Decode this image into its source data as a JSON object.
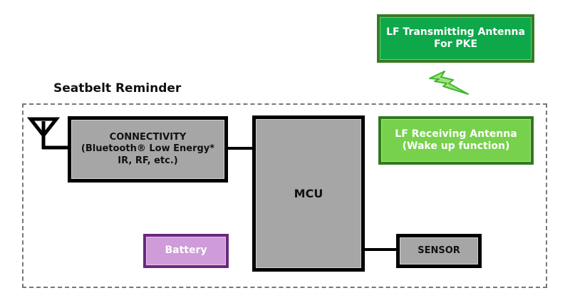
{
  "diagram": {
    "title": "Seatbelt Reminder",
    "blocks": {
      "lf_transmitting_antenna": {
        "line1": "LF Transmitting Antenna",
        "line2": "For PKE",
        "color": "#0ea84a"
      },
      "lf_receiving_antenna": {
        "line1": "LF Receiving Antenna",
        "line2": "(Wake up function)",
        "color": "#77d14c"
      },
      "connectivity": {
        "line1": "CONNECTIVITY",
        "line2": "(Bluetooth® Low Energy*",
        "line3": "IR, RF, etc.)",
        "color": "#a6a6a6"
      },
      "mcu": {
        "label": "MCU",
        "color": "#a6a6a6"
      },
      "sensor": {
        "label": "SENSOR",
        "color": "#a6a6a6"
      },
      "battery": {
        "label": "Battery",
        "color": "#cf9bd8"
      }
    },
    "connections": [
      {
        "from": "antenna-symbol",
        "to": "connectivity"
      },
      {
        "from": "connectivity",
        "to": "mcu"
      },
      {
        "from": "mcu",
        "to": "sensor"
      }
    ],
    "icons": {
      "wireless_signal": "lightning-bolt-icon",
      "antenna": "antenna-icon"
    }
  }
}
